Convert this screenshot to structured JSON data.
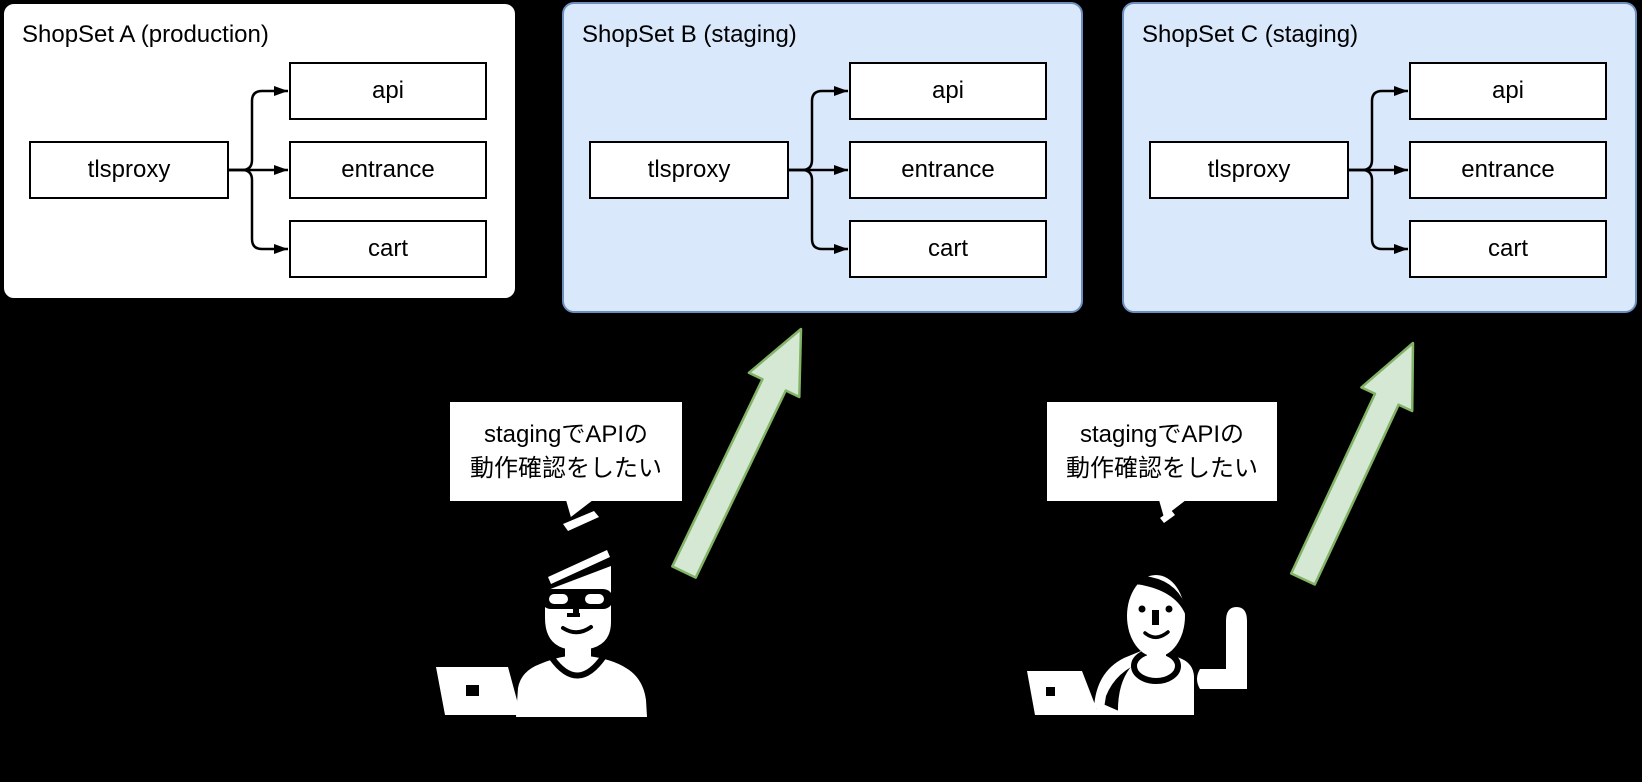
{
  "shopsets": [
    {
      "title": "ShopSet A (production)",
      "proxy": "tlsproxy",
      "services": [
        "api",
        "entrance",
        "cart"
      ]
    },
    {
      "title": "ShopSet B (staging)",
      "proxy": "tlsproxy",
      "services": [
        "api",
        "entrance",
        "cart"
      ]
    },
    {
      "title": "ShopSet C (staging)",
      "proxy": "tlsproxy",
      "services": [
        "api",
        "entrance",
        "cart"
      ]
    }
  ],
  "actors": [
    {
      "icon": "developer-with-glasses-at-laptop",
      "speech_line1": "stagingでAPIの",
      "speech_line2": "動作確認をしたい",
      "arrow_points_to": "ShopSet B (staging)"
    },
    {
      "icon": "person-raising-hand-at-laptop",
      "speech_line1": "stagingでAPIの",
      "speech_line2": "動作確認をしたい",
      "arrow_points_to": "ShopSet C (staging)"
    }
  ],
  "colors": {
    "background": "#000000",
    "production_panel_fill": "#ffffff",
    "production_panel_stroke": "#000000",
    "staging_panel_fill": "#dae8fc",
    "staging_panel_stroke": "#6c8ebf",
    "node_fill": "#ffffff",
    "node_stroke": "#000000",
    "connector_stroke": "#000000",
    "green_arrow_fill": "#d5e8d4",
    "green_arrow_stroke": "#82b366",
    "bubble_fill": "#ffffff",
    "text": "#000000"
  }
}
